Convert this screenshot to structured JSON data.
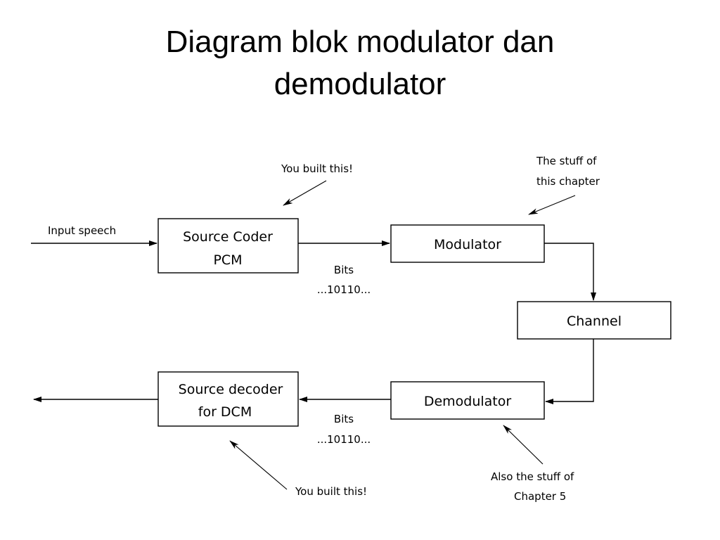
{
  "title": {
    "line1": "Diagram blok modulator dan",
    "line2": "demodulator"
  },
  "blocks": {
    "source_coder": [
      "Source Coder",
      "PCM"
    ],
    "modulator": [
      "Modulator"
    ],
    "channel": [
      "Channel"
    ],
    "demodulator": [
      "Demodulator"
    ],
    "source_decoder": [
      "Source decoder",
      "for DCM"
    ]
  },
  "signals": {
    "input": "Input speech",
    "bits_top": [
      "Bits",
      "...10110..."
    ],
    "bits_bottom": [
      "Bits",
      "...10110..."
    ]
  },
  "annotations": {
    "you_built_top": "You built this!",
    "stuff_chapter": [
      "The stuff of",
      "this chapter"
    ],
    "also_chapter5": [
      "Also the stuff of",
      "Chapter 5"
    ],
    "you_built_bottom": "You built this!"
  }
}
